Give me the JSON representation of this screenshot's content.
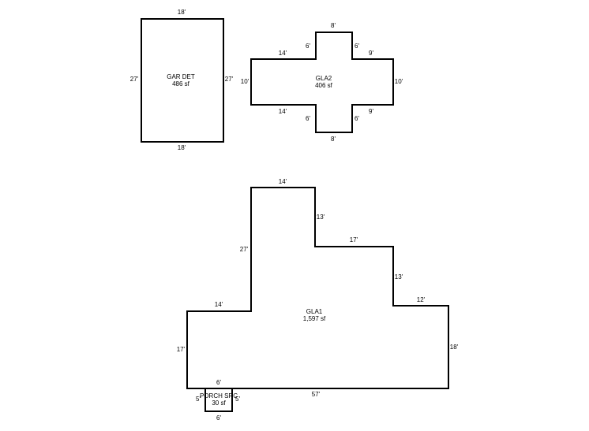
{
  "areas": {
    "garage": {
      "name": "GAR DET",
      "area": "486 sf",
      "dims": {
        "top": "18'",
        "bottom": "18'",
        "left": "27'",
        "right": "27'"
      }
    },
    "gla2": {
      "name": "GLA2",
      "area": "406 sf",
      "dims": {
        "top": "8'",
        "bottom": "8'",
        "upper_left_14": "14'",
        "upper_left_6": "6'",
        "upper_right_6": "6'",
        "upper_right_9": "9'",
        "lower_left_14": "14'",
        "lower_left_6": "6'",
        "lower_right_6": "6'",
        "lower_right_9": "9'",
        "left": "10'",
        "right": "10'"
      }
    },
    "gla1": {
      "name": "GLA1",
      "area": "1,597 sf",
      "dims": {
        "top": "14'",
        "step1_vertical": "13'",
        "step1_horizontal": "17'",
        "step2_vertical": "13'",
        "step2_horizontal": "12'",
        "right": "18'",
        "bottom": "57'",
        "left": "17'",
        "left_ledge": "14'",
        "tall_left": "27'"
      }
    },
    "porch": {
      "name": "PORCH SRC",
      "area": "30 sf",
      "dims": {
        "top": "6'",
        "bottom": "6'",
        "left": "5'",
        "right": "5'"
      }
    }
  }
}
